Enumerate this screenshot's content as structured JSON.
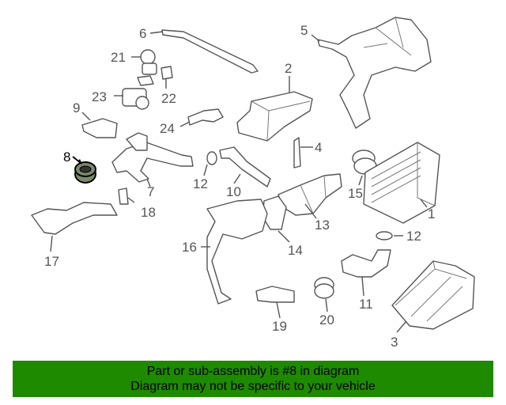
{
  "callouts": [
    "1",
    "2",
    "3",
    "4",
    "5",
    "6",
    "7",
    "8",
    "9",
    "10",
    "11",
    "12",
    "12",
    "13",
    "14",
    "15",
    "16",
    "17",
    "18",
    "19",
    "20",
    "21",
    "22",
    "23",
    "24"
  ],
  "highlighted_callout": "8",
  "banner": {
    "line1": "Part or sub-assembly is #8 in diagram",
    "line2": "Diagram may not be specific to your vehicle"
  },
  "colors": {
    "banner": "#1e8a00",
    "part_line": "#555555",
    "highlight": "#000000"
  }
}
